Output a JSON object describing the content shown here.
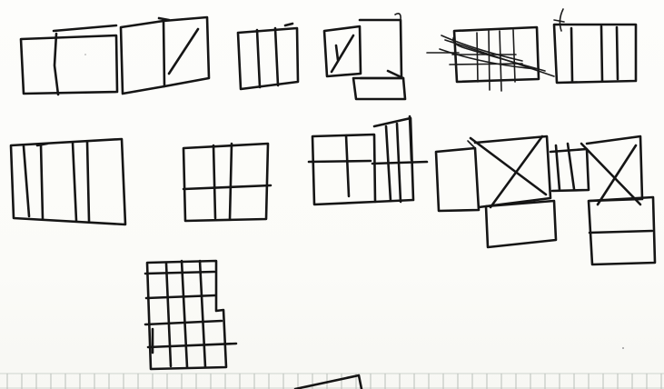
{
  "page": {
    "description_tag": "",
    "ink_color": "#151515",
    "paper_color": "#fdfdfb",
    "grid_color": "#cfd4cf"
  },
  "sketches": [
    {
      "id": "two-panels-side-by-side"
    },
    {
      "id": "two-panels-with-diagonal"
    },
    {
      "id": "narrow-three-strip"
    },
    {
      "id": "panel-with-triangle-and-drawer"
    },
    {
      "id": "scribbled-grid"
    },
    {
      "id": "tall-strip-panel"
    },
    {
      "id": "four-strip-panel"
    },
    {
      "id": "two-by-two-grid"
    },
    {
      "id": "split-panels-with-crossbars"
    },
    {
      "id": "cross-braced-panel-assembly"
    },
    {
      "id": "tall-three-by-five-grid"
    }
  ]
}
